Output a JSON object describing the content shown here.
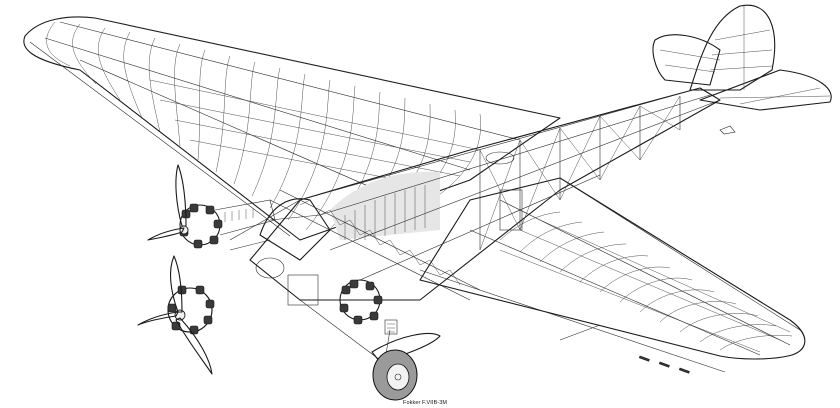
{
  "figure": {
    "type": "cutaway-illustration",
    "subject": "Fokker F.VIIB-3M trimotor airliner",
    "style": "black line art on white background",
    "caption": "Fokker F.VIIB-3M",
    "components": [
      {
        "name": "high-mounted wing",
        "detail": "wooden ribs and spars, left wing extending to upper-left, right wing extending to lower-right"
      },
      {
        "name": "fuselage",
        "detail": "welded steel-tube truss frame with diagonal bracing"
      },
      {
        "name": "tail unit",
        "detail": "fin, rudder and horizontal stabilizer at upper-right"
      },
      {
        "name": "nose engine",
        "detail": "radial engine with two-blade propeller"
      },
      {
        "name": "left wing engine",
        "detail": "radial engine with two-blade propeller under the wing"
      },
      {
        "name": "right wing engine",
        "detail": "radial engine under the wing"
      },
      {
        "name": "main landing gear",
        "detail": "wheel with shaded tire below the right engine"
      },
      {
        "name": "cockpit",
        "detail": "cabin frame and seat behind the nose engine"
      }
    ]
  },
  "colors": {
    "background": "#ffffff",
    "line": "#1a1a1a",
    "shade": "#e6e6e6",
    "tire": "#9a9a9a"
  }
}
